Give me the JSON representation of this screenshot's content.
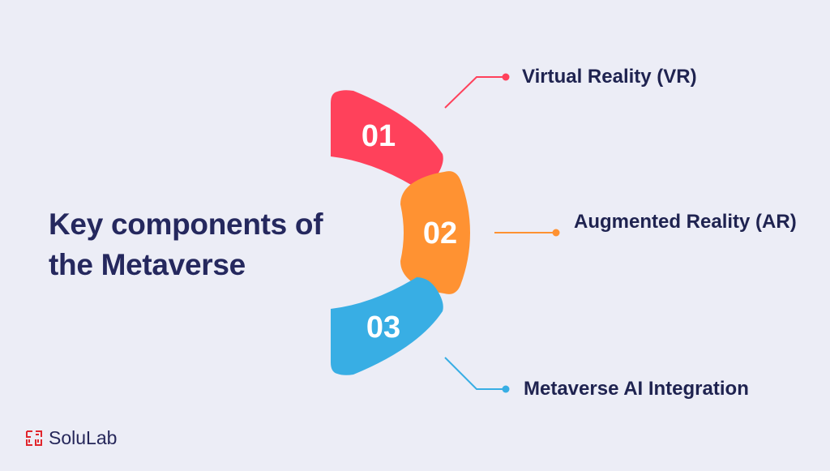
{
  "heading": "Key components of the Metaverse",
  "items": [
    {
      "number": "01",
      "label": "Virtual Reality (VR)",
      "color": "#ff415b"
    },
    {
      "number": "02",
      "label": "Augmented Reality (AR)",
      "color": "#ff9232"
    },
    {
      "number": "03",
      "label": "Metaverse AI Integration",
      "color": "#38aee4"
    }
  ],
  "brand": {
    "name": "SoluLab",
    "color": "#e1262d"
  }
}
